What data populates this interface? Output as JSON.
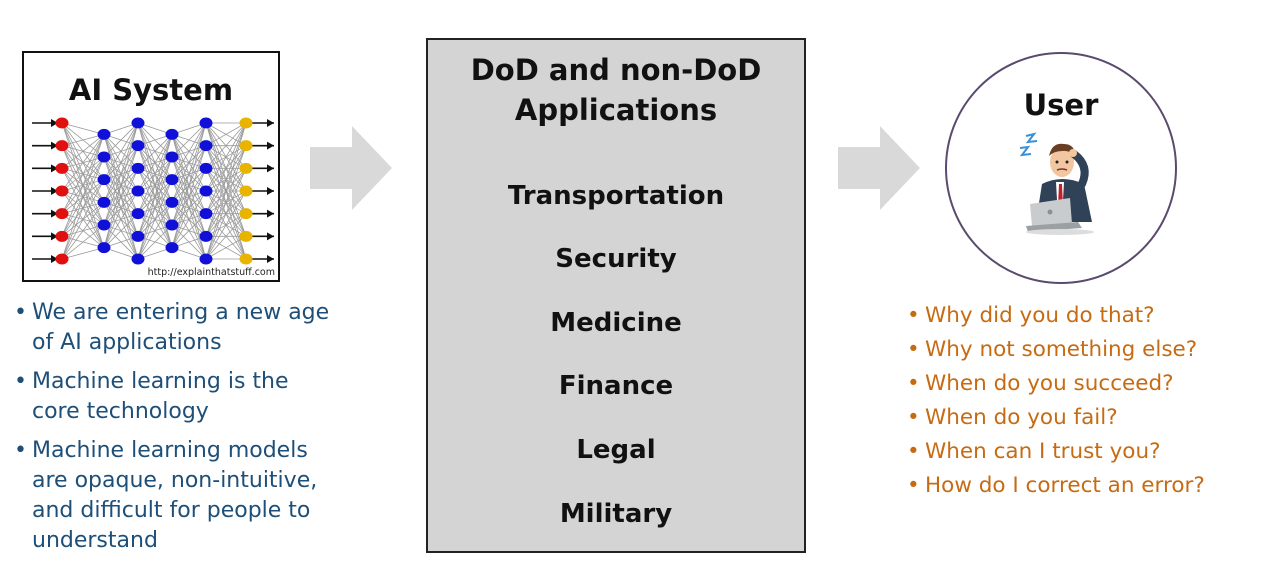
{
  "ai_system": {
    "title": "AI System",
    "credit": "http://explainthatstuff.com"
  },
  "applications": {
    "title_line1": "DoD and non-DoD",
    "title_line2": "Applications",
    "items": [
      "Transportation",
      "Security",
      "Medicine",
      "Finance",
      "Legal",
      "Military"
    ]
  },
  "user": {
    "title": "User"
  },
  "left_bullets": [
    "We are entering a new age of AI applications",
    "Machine learning is the core technology",
    "Machine learning models are opaque, non-intuitive, and difficult for people to understand"
  ],
  "right_bullets": [
    "Why did you do that?",
    "Why not something else?",
    "When do you succeed?",
    "When do you fail?",
    "When can I trust you?",
    "How do I correct an error?"
  ],
  "colors": {
    "left_text": "#1e4f78",
    "right_text": "#c76b12",
    "arrow": "#d9d9d9",
    "apps_box": "#d4d4d4",
    "input_node": "#e01010",
    "hidden_node": "#1010d8",
    "output_node": "#e8b400"
  }
}
